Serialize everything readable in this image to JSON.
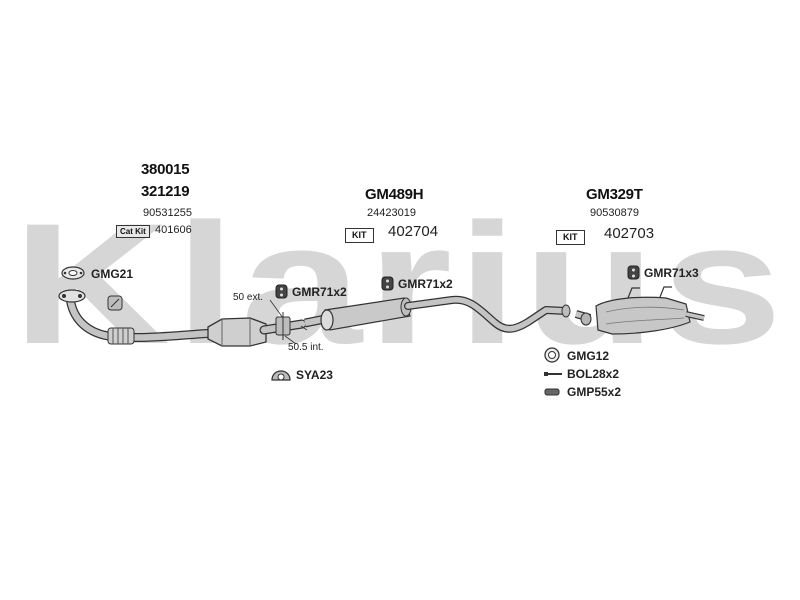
{
  "watermark": "Klarius",
  "groups": {
    "front": {
      "part_1": "380015",
      "part_2": "321219",
      "oe": "90531255",
      "kit_label": "Cat Kit",
      "kit_number": "401606"
    },
    "middle": {
      "part": "GM489H",
      "oe": "24423019",
      "kit_label": "KIT",
      "kit_number": "402704"
    },
    "rear": {
      "part": "GM329T",
      "oe": "90530879",
      "kit_label": "KIT",
      "kit_number": "402703"
    }
  },
  "fittings": {
    "gmg21": "GMG21",
    "gmr71x2_a": "GMR71x2",
    "gmr71x2_b": "GMR71x2",
    "gmr71x3": "GMR71x3",
    "sya23": "SYA23",
    "gmg12": "GMG12",
    "bol28x2": "BOL28x2",
    "gmp55x2": "GMP55x2"
  },
  "measurements": {
    "ext": "50 ext.",
    "int": "50.5 int."
  },
  "colors": {
    "watermark": "#d6d6d6",
    "pipe": "#b9b9b9",
    "outline": "#333333"
  }
}
